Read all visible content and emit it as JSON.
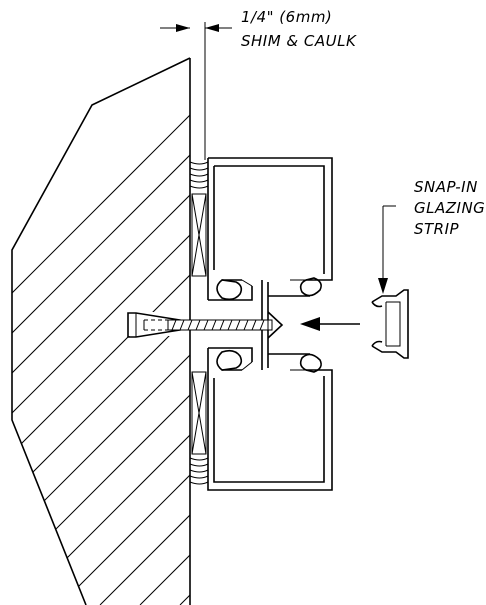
{
  "dimension": {
    "value": "1/4\" (6mm)",
    "note": "SHIM & CAULK"
  },
  "callout": {
    "line1": "SNAP-IN",
    "line2": "GLAZING",
    "line3": "STRIP"
  }
}
